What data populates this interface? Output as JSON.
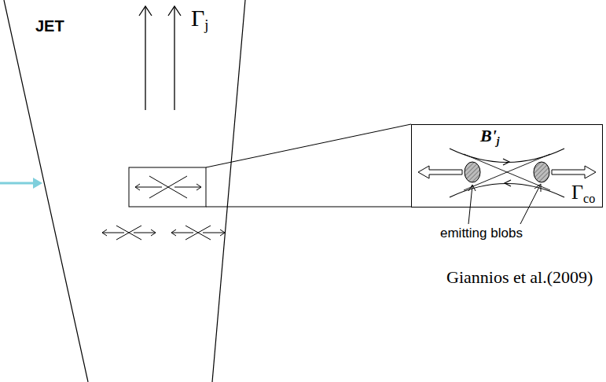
{
  "diagram": {
    "nodes": [
      {
        "text": [
          "JET",
          "Γj"
        ]
      },
      {
        "text": [
          "B'j",
          "Γco"
        ]
      }
    ],
    "labels": [
      "emitting blobs",
      "Giannios et al.(2009)"
    ]
  }
}
